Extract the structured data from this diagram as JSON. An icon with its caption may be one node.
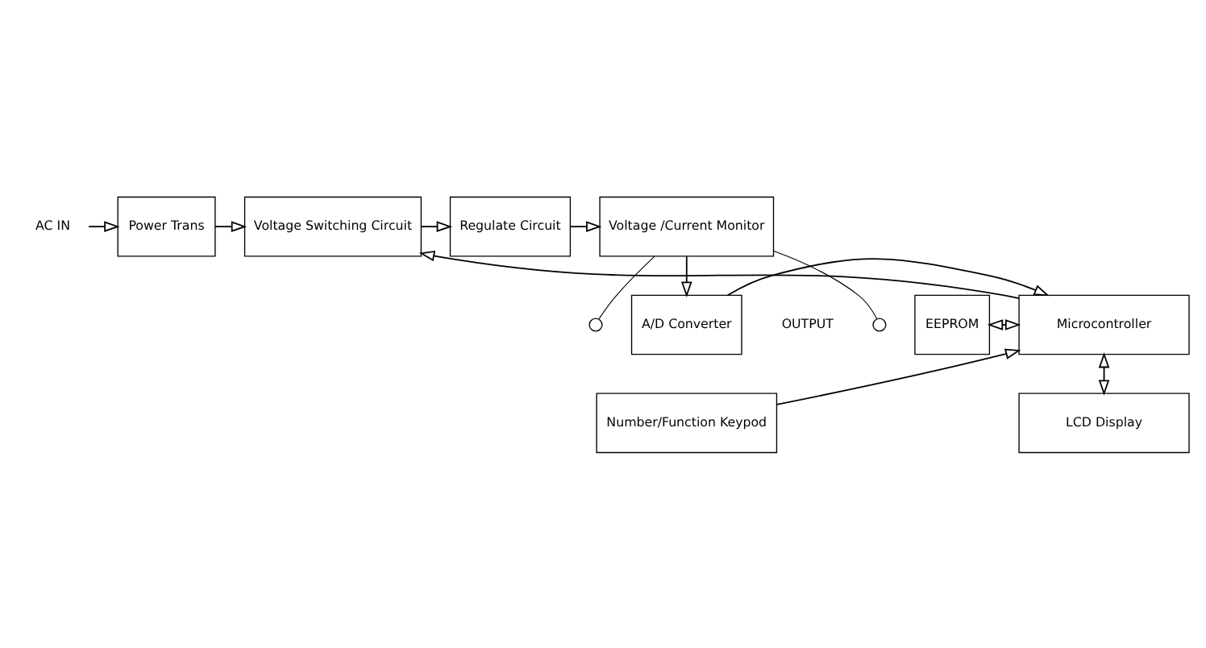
{
  "diagram": {
    "nodes": [
      {
        "text": [
          "AC IN"
        ]
      },
      {
        "text": [
          "Power Trans"
        ]
      },
      {
        "text": [
          "Voltage Switching Circuit"
        ]
      },
      {
        "text": [
          "Regulate Circuit"
        ]
      },
      {
        "text": [
          "Voltage /Current Monitor"
        ]
      },
      {
        "text": [],
        "shape": "circle"
      },
      {
        "text": [],
        "shape": "circle"
      },
      {
        "text": [
          "EEPROM"
        ]
      },
      {
        "text": [
          "Microcontroller"
        ]
      },
      {
        "text": [
          "A/D Converter"
        ]
      },
      {
        "text": [
          "LCD Display"
        ]
      },
      {
        "text": [
          "Number/Function Keypod"
        ]
      }
    ],
    "edges": [
      {
        "from": 0,
        "to": 1,
        "arrow": "to"
      },
      {
        "from": 1,
        "to": 2,
        "arrow": "to"
      },
      {
        "from": 2,
        "to": 3,
        "arrow": "to"
      },
      {
        "from": 3,
        "to": 4,
        "arrow": "to"
      },
      {
        "from": 4,
        "to": 5,
        "arrow": "none"
      },
      {
        "from": 4,
        "to": 6,
        "arrow": "none"
      },
      {
        "from": 4,
        "to": 9,
        "arrow": "to"
      },
      {
        "from": 9,
        "to": 8,
        "arrow": "to"
      },
      {
        "from": 8,
        "to": 2,
        "arrow": "to"
      },
      {
        "from": 7,
        "to": 8,
        "arrow": "both"
      },
      {
        "from": 8,
        "to": 10,
        "arrow": "both"
      },
      {
        "from": 11,
        "to": 8,
        "arrow": "to"
      }
    ],
    "labels": [
      "OUTPUT"
    ]
  }
}
